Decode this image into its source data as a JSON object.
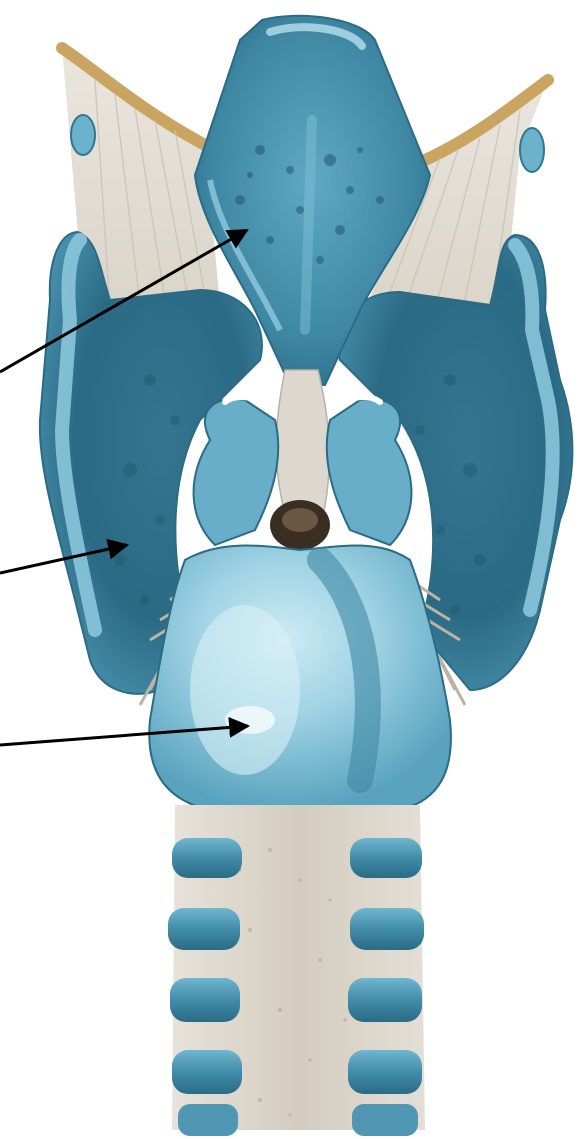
{
  "diagram": {
    "subject": "larynx-posterior-view",
    "labels": [],
    "pointers": [
      {
        "id": "epiglottis-pointer",
        "target": "epiglottis"
      },
      {
        "id": "thyroid-lamina-pointer",
        "target": "thyroid-cartilage-lamina"
      },
      {
        "id": "cricoid-lamina-pointer",
        "target": "cricoid-cartilage-lamina"
      }
    ]
  },
  "colors": {
    "cartilage": "#4e97b2",
    "cartilage_dark": "#2d6f88",
    "cartilage_shadow": "#1f5067",
    "cartilage_light": "#9ed2e3",
    "cricoid_highlight": "#bfe4ef",
    "membrane": "#e3dfd6",
    "membrane_line": "#c9c2b4",
    "ligament_tan": "#c9a561",
    "trachea_membrane": "#ddd8ce",
    "arrow": "#000000"
  }
}
